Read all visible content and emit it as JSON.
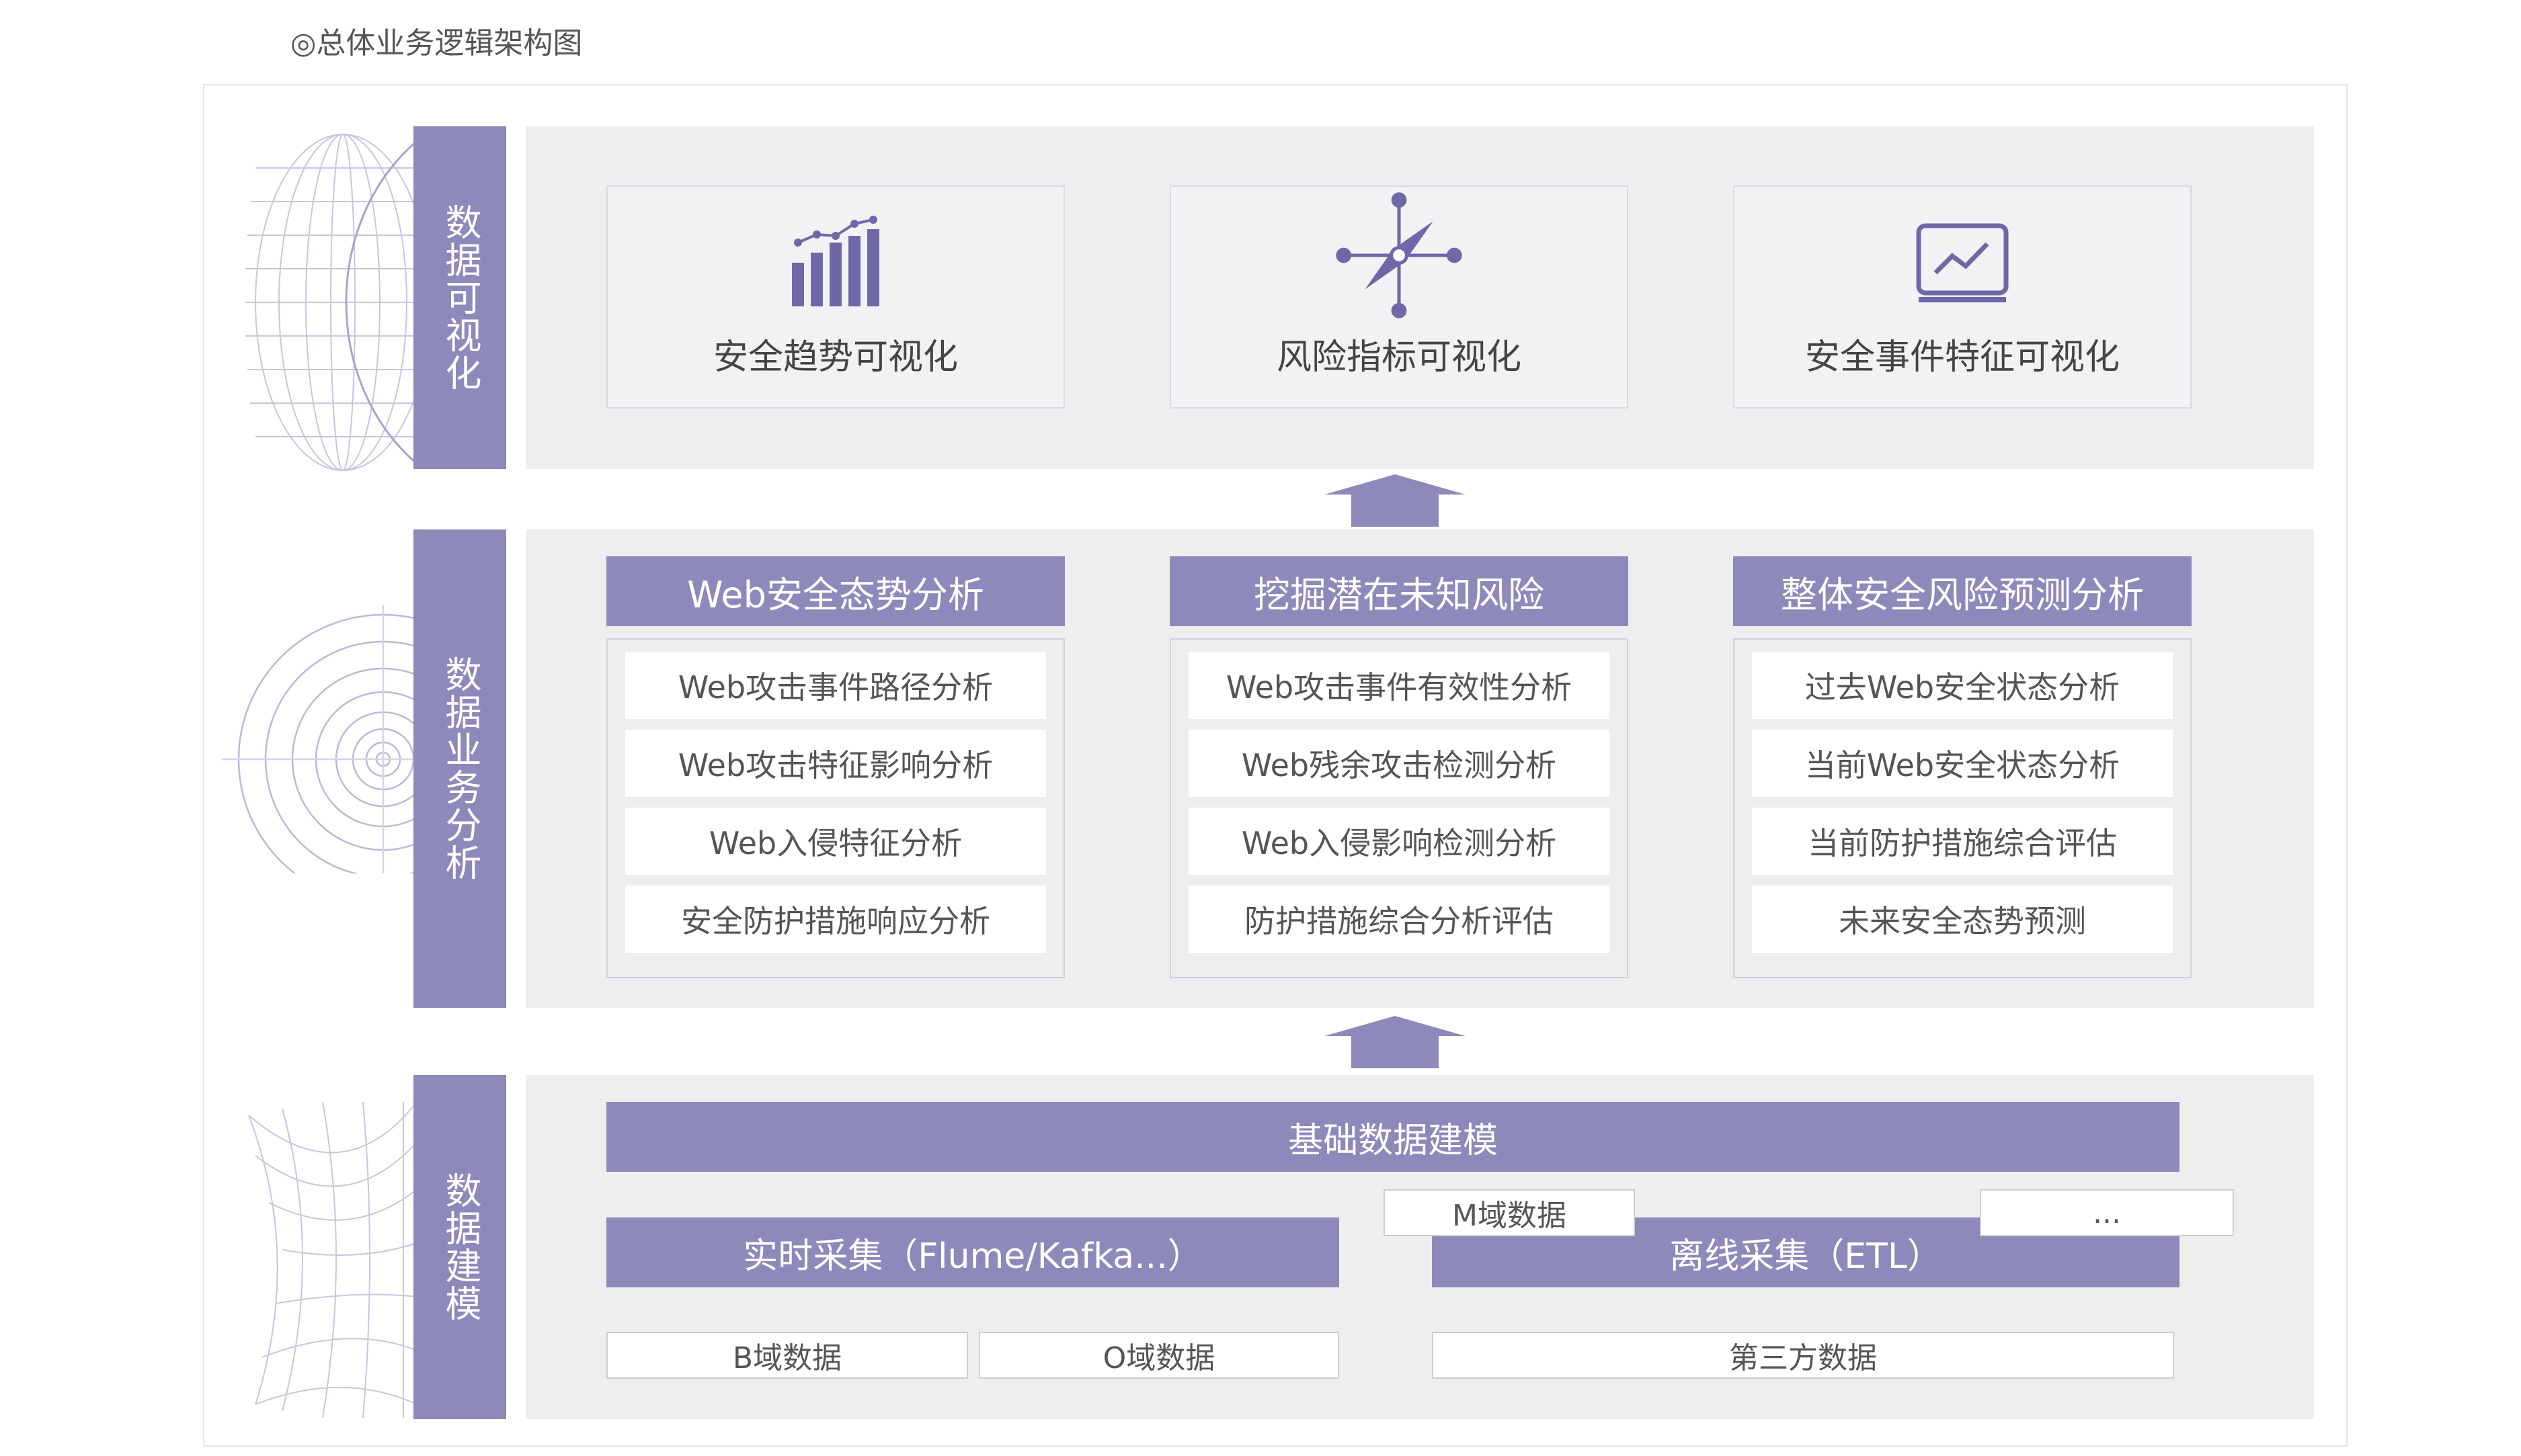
{
  "title": "◎总体业务逻辑架构图",
  "layers": {
    "visualization": {
      "label": "数据可视化",
      "cards": [
        {
          "label": "安全趋势可视化",
          "icon": "bar-trend-icon"
        },
        {
          "label": "风险指标可视化",
          "icon": "compass-icon"
        },
        {
          "label": "安全事件特征可视化",
          "icon": "monitor-chart-icon"
        }
      ]
    },
    "analysis": {
      "label": "数据业务分析",
      "columns": [
        {
          "header": "Web安全态势分析",
          "items": [
            "Web攻击事件路径分析",
            "Web攻击特征影响分析",
            "Web入侵特征分析",
            "安全防护措施响应分析"
          ]
        },
        {
          "header": "挖掘潜在未知风险",
          "items": [
            "Web攻击事件有效性分析",
            "Web残余攻击检测分析",
            "Web入侵影响检测分析",
            "防护措施综合分析评估"
          ]
        },
        {
          "header": "整体安全风险预测分析",
          "items": [
            "过去Web安全状态分析",
            "当前Web安全状态分析",
            "当前防护措施综合评估",
            "未来安全态势预测"
          ]
        }
      ]
    },
    "modeling": {
      "label": "数据建模",
      "base": "基础数据建模",
      "realtime": "实时采集（Flume/Kafka...）",
      "offline": "离线采集（ETL）",
      "m_domain": "M域数据",
      "more": "...",
      "b_domain": "B域数据",
      "o_domain": "O域数据",
      "third_party": "第三方数据"
    }
  },
  "colors": {
    "accent": "#8e89bb",
    "panel": "#eeeeef",
    "card_border": "#d9d8e6"
  }
}
